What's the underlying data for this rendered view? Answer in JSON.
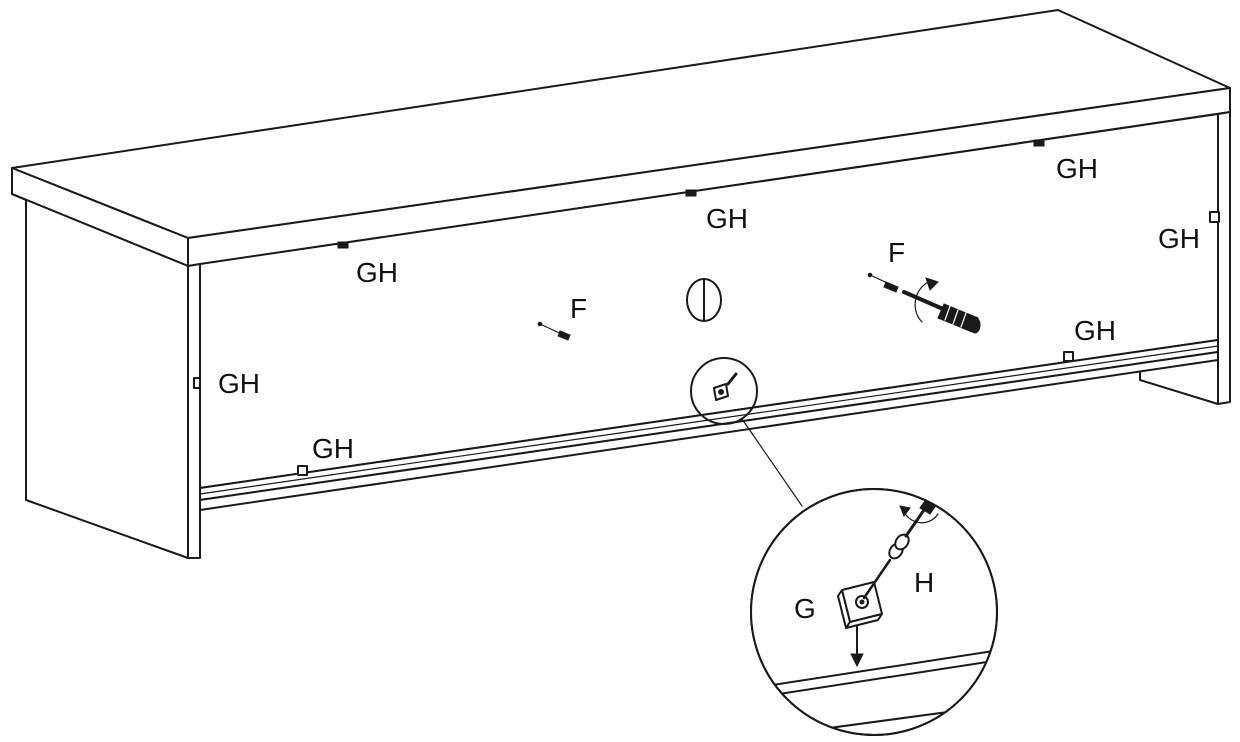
{
  "diagram": {
    "callouts": {
      "gh": "GH",
      "f": "F"
    },
    "detail": {
      "label_g": "G",
      "label_h": "H"
    }
  }
}
